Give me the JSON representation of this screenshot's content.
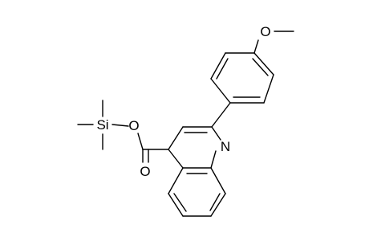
{
  "atom_labels": {
    "oxygen_methoxy": "O",
    "silicon": "Si",
    "oxygen_ester": "O",
    "oxygen_carbonyl": "O",
    "nitrogen": "N"
  },
  "colors": {
    "bond": "#000000",
    "background": "#ffffff"
  }
}
